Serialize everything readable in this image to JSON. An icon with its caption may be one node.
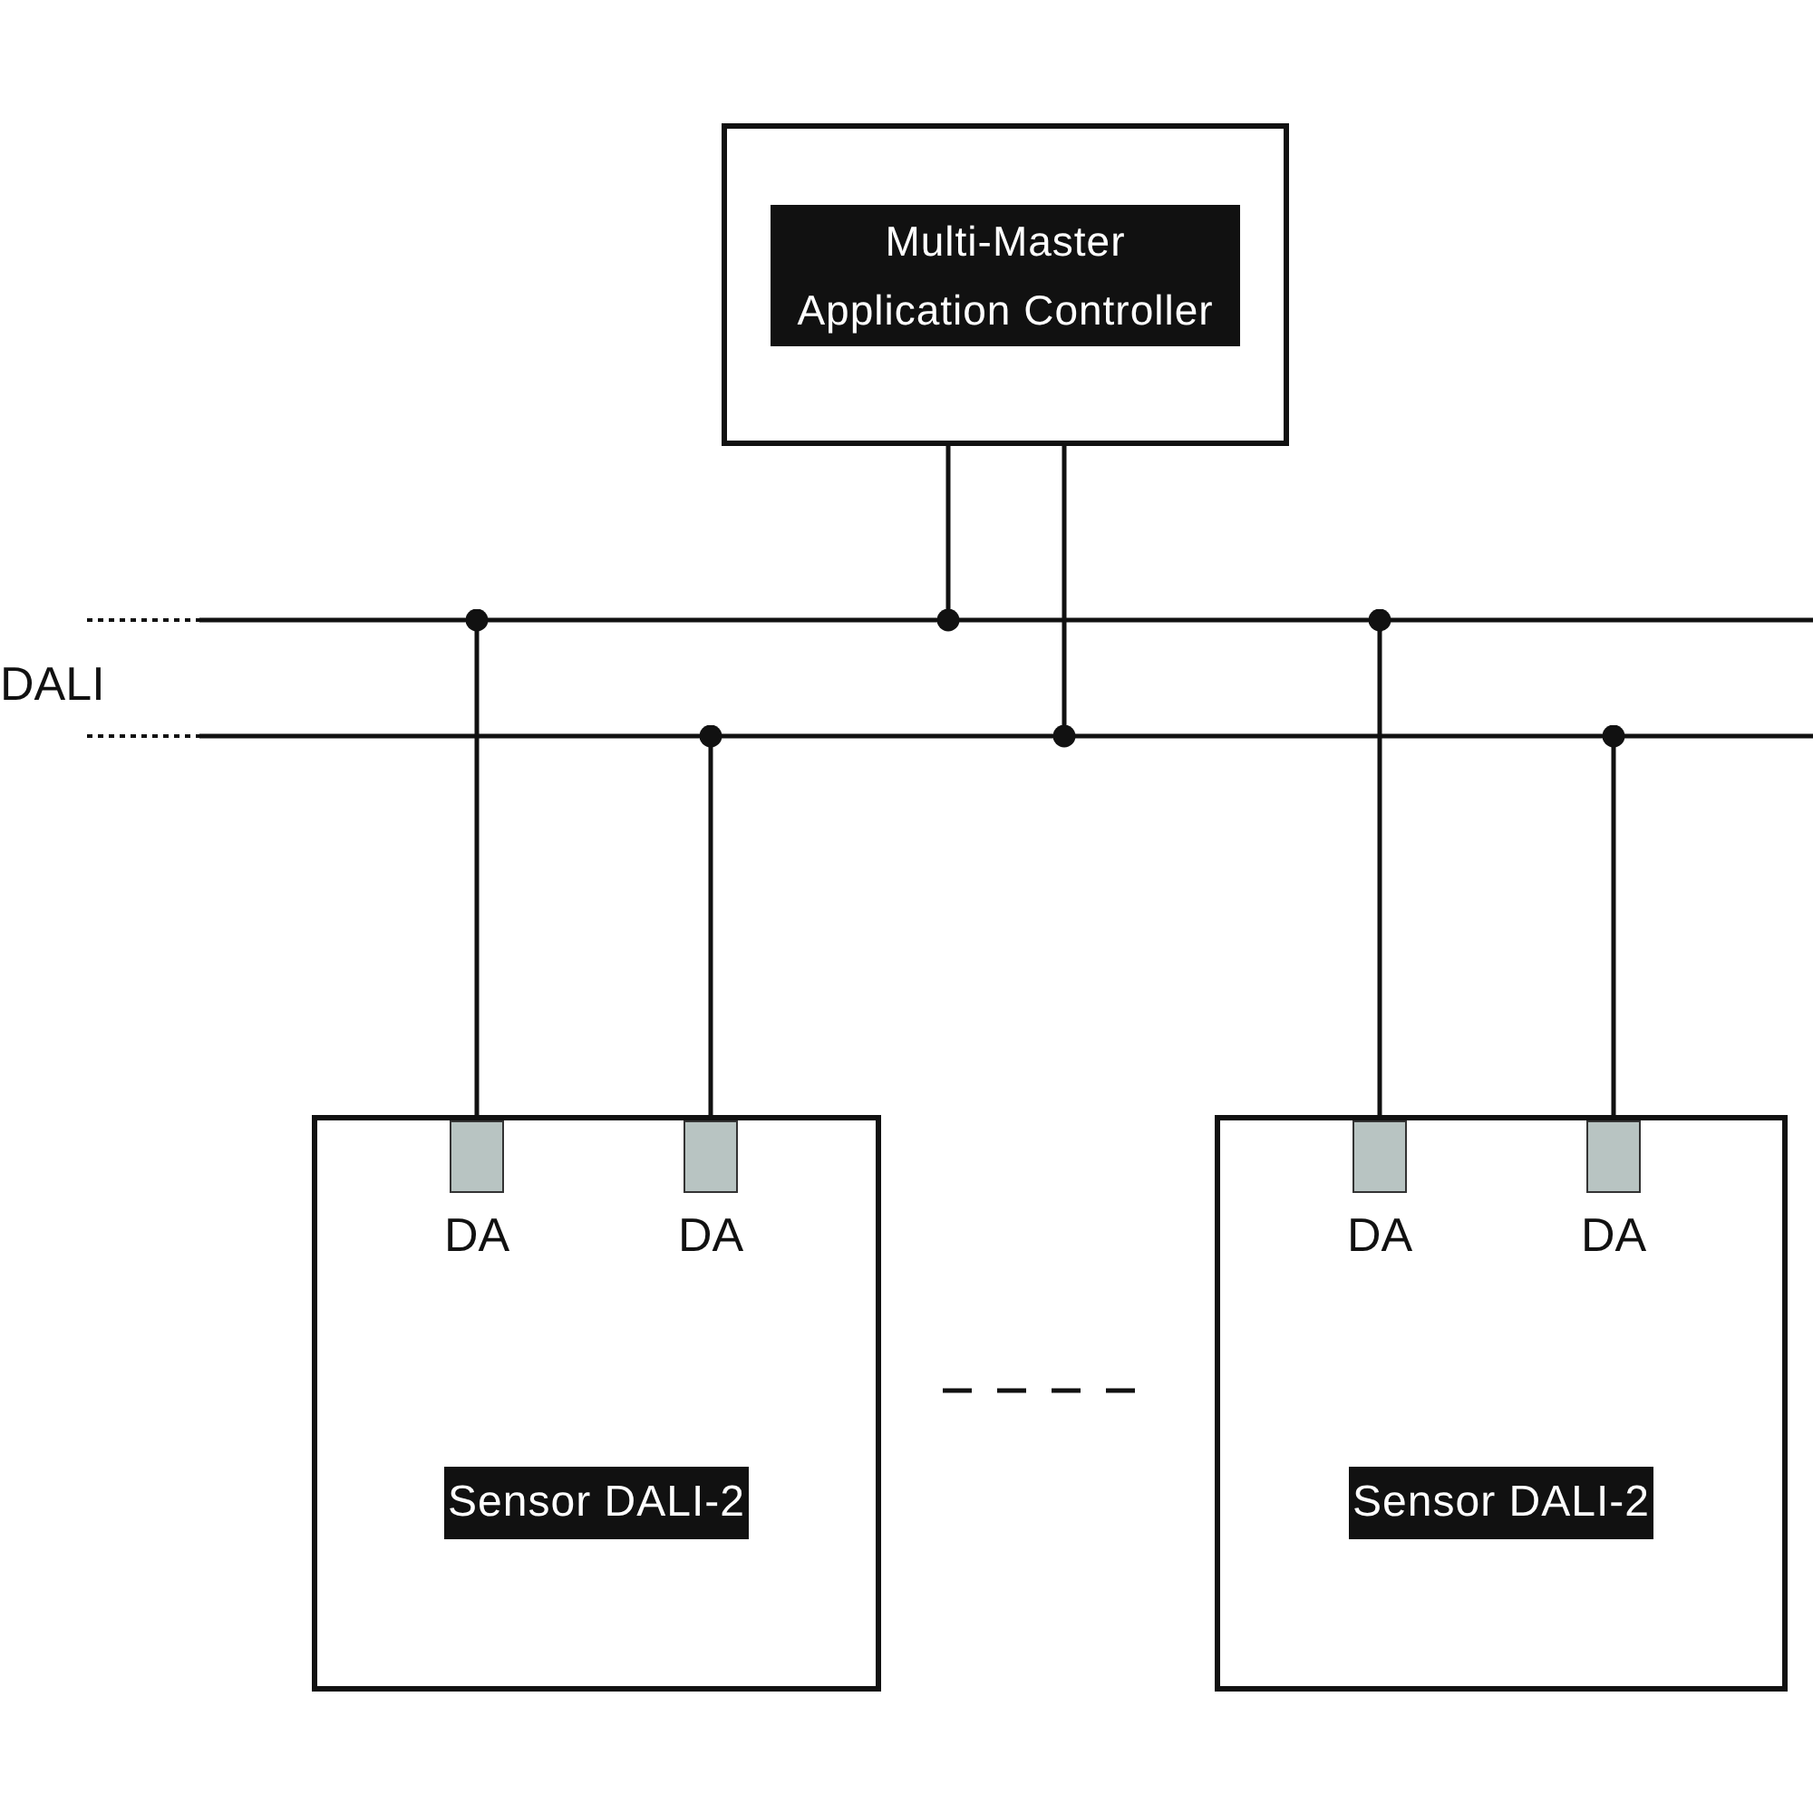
{
  "diagram": {
    "nodes": [
      {
        "text": [
          "Multi-Master Application Controller"
        ]
      },
      {
        "text": [],
        "shape": "bar"
      },
      {
        "text": [],
        "shape": "bar"
      },
      {
        "text": [
          "Sensor DALI-2"
        ]
      },
      {
        "text": [
          "DA"
        ],
        "in": 3
      },
      {
        "text": [
          "DA"
        ],
        "in": 3
      },
      {
        "text": [
          "Sensor DALI-2"
        ]
      },
      {
        "text": [
          "DA"
        ],
        "in": 6
      },
      {
        "text": [
          "DA"
        ],
        "in": 6
      }
    ],
    "edges": [
      {
        "from": 1,
        "to": 0,
        "arrow": "other"
      },
      {
        "from": 2,
        "to": 0,
        "arrow": "other"
      },
      {
        "from": 1,
        "to": 4,
        "arrow": "other"
      },
      {
        "from": 2,
        "to": 5,
        "arrow": "other"
      },
      {
        "from": 1,
        "to": 7,
        "arrow": "other"
      },
      {
        "from": 2,
        "to": 8,
        "arrow": "other"
      }
    ],
    "labels": [
      "DALI"
    ]
  }
}
